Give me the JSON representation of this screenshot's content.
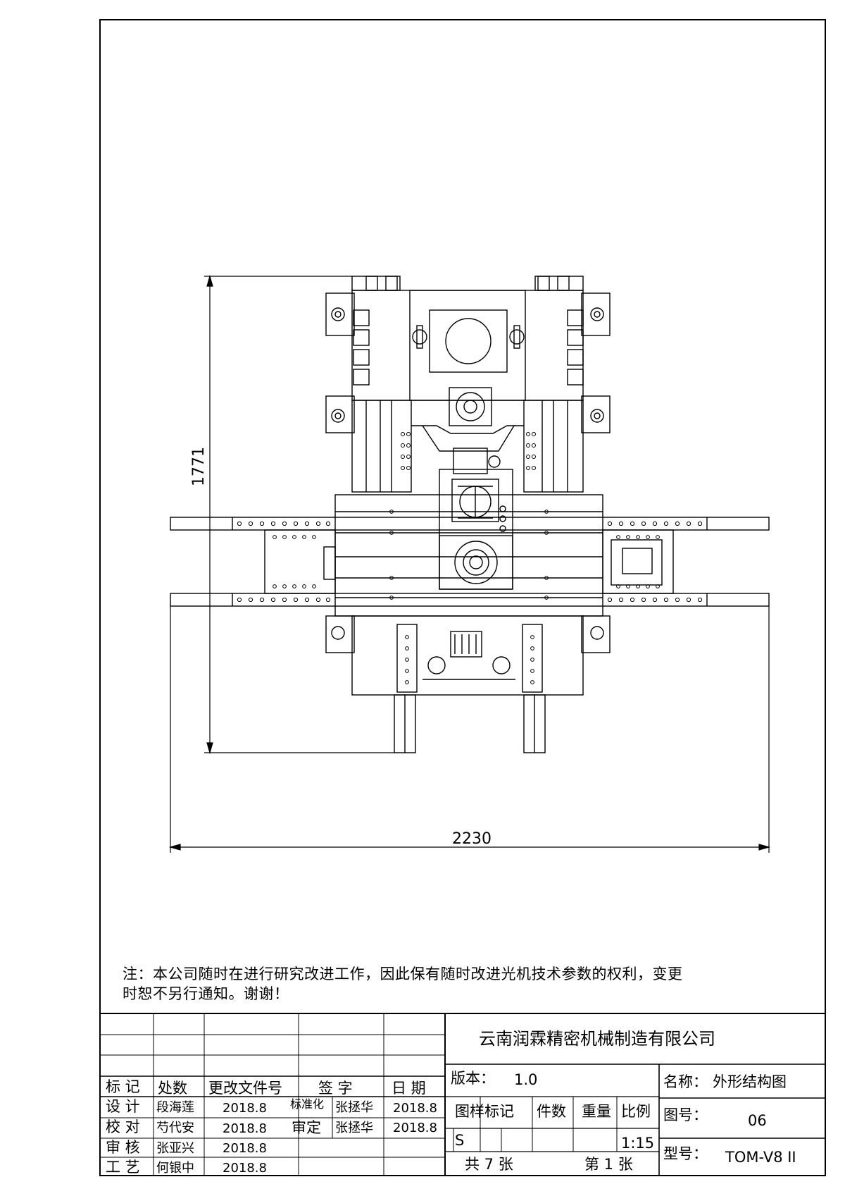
{
  "drawing": {
    "dim_height": "1771",
    "dim_width": "2230"
  },
  "note": {
    "line1": "注：本公司随时在进行研究改进工作，因此保有随时改进光机技术参数的权利，变更",
    "line2": "时恕不另行通知。谢谢！"
  },
  "title_block": {
    "company": "云南润霖精密机械制造有限公司",
    "version_label": "版本：",
    "version_value": "1.0",
    "name_label": "名称：",
    "name_value": "外形结构图",
    "drawing_no_label": "图号：",
    "drawing_no_value": "06",
    "model_label": "型号：",
    "model_value": "TOM-V8 II",
    "headers": {
      "mark": "标 记",
      "count": "处数",
      "change_doc": "更改文件号",
      "signature": "签 字",
      "date": "日 期"
    },
    "roles": {
      "design": "设 计",
      "proofread": "校 对",
      "review": "审 核",
      "process": "工 艺",
      "standardize": "标准化",
      "approve": "审定"
    },
    "people": {
      "design": "段海莲",
      "proofread": "芍代安",
      "review": "张亚兴",
      "process": "何银中",
      "standardize": "张拯华",
      "approve": "张拯华"
    },
    "dates": {
      "design": "2018.8",
      "proofread": "2018.8",
      "review": "2018.8",
      "process": "2018.8",
      "standardize": "2018.8",
      "approve": "2018.8"
    },
    "sample_label": "图样标记",
    "pieces_label": "件数",
    "weight_label": "重量",
    "scale_label": "比例",
    "sample_value": "S",
    "scale_value": "1:15",
    "total_sheets": "共 7 张",
    "sheet_no": "第 1 张"
  }
}
